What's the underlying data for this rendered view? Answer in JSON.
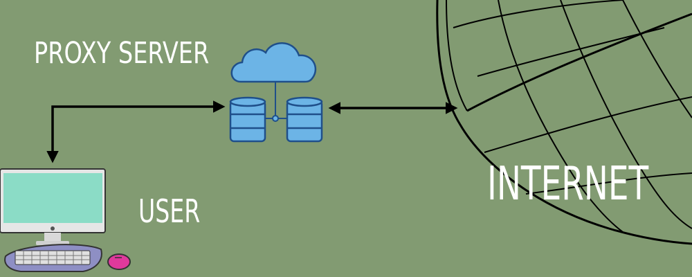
{
  "labels": {
    "proxy": "PROXY SERVER",
    "user": "USER",
    "internet": "INTERNET"
  },
  "colors": {
    "background": "#829b72",
    "label": "#ffffff",
    "cloud": "#6cb4e6",
    "database": "#6cb4e6",
    "outline": "#1f4f8a",
    "arrow": "#000000",
    "screen": "#8bdcc6",
    "mouse": "#e0399c",
    "keyboard": "#8e8fc4"
  }
}
